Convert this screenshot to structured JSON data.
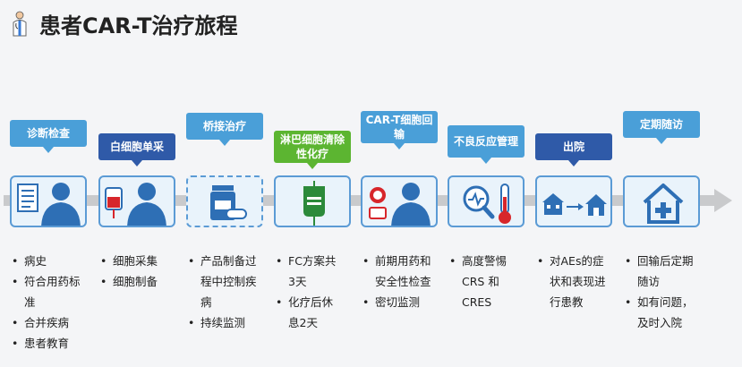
{
  "title": "患者CAR-T治疗旅程",
  "timeline": {
    "stages": [
      {
        "label": "诊断检查",
        "color": "#4a9fd8",
        "icon": "medical-record-patient-icon",
        "items": [
          "病史",
          "符合用药标准",
          "合并疾病",
          "患者教育"
        ]
      },
      {
        "label": "白细胞单采",
        "color": "#2f5aa8",
        "icon": "blood-bag-patient-icon",
        "items": [
          "细胞采集",
          "细胞制备"
        ]
      },
      {
        "label": "桥接治疗",
        "color": "#4a9fd8",
        "icon": "medicine-bottle-icon",
        "items": [
          "产品制备过程中控制疾病",
          "持续监测"
        ]
      },
      {
        "label": "淋巴细胞清除性化疗",
        "color": "#5cb531",
        "icon": "iv-bag-icon",
        "items": [
          "FC方案共3天",
          "化疗后休息2天"
        ]
      },
      {
        "label": "CAR-T细胞回输",
        "color": "#4a9fd8",
        "icon": "cell-infusion-patient-icon",
        "items": [
          "前期用药和安全性检查",
          "密切监测"
        ]
      },
      {
        "label": "不良反应管理",
        "color": "#4a9fd8",
        "icon": "magnifier-thermometer-icon",
        "items": [
          "高度警惕CRS 和CRES"
        ]
      },
      {
        "label": "出院",
        "color": "#2f5aa8",
        "icon": "hospital-to-home-icon",
        "items": [
          "对AEs的症状和表现进行患教"
        ]
      },
      {
        "label": "定期随访",
        "color": "#4a9fd8",
        "icon": "home-cross-icon",
        "items": [
          "回输后定期随访",
          "如有问题，及时入院"
        ]
      }
    ]
  }
}
